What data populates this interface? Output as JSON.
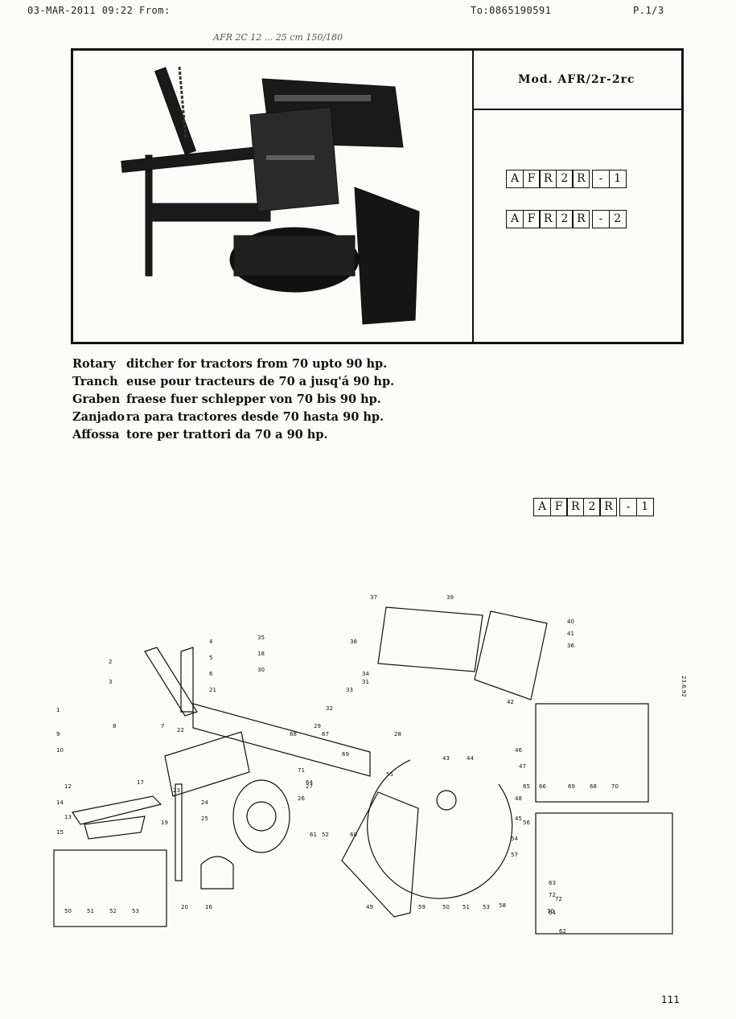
{
  "fax_header": {
    "left": "03-MAR-2011 09:22 From:",
    "middle": "To:0865190591",
    "right": "P.1/3"
  },
  "handwritten": "AFR 2C 12 ... 25 cm 150/180",
  "model": {
    "label": "Mod.  AFR/2r-2rc"
  },
  "codes": [
    [
      "A",
      "F",
      "R",
      "2",
      "R",
      "-",
      "1"
    ],
    [
      "A",
      "F",
      "R",
      "2",
      "R",
      "-",
      "2"
    ]
  ],
  "descriptions": [
    {
      "a": "Rotary",
      "b": "ditcher for tractors from 70 upto 90 hp."
    },
    {
      "a": "Tranch",
      "b": "euse pour tracteurs de 70 a jusq'á 90 hp."
    },
    {
      "a": "Graben",
      "b": "fraese fuer schlepper von 70 bis 90 hp."
    },
    {
      "a": "Zanjado",
      "b": "ra para tractores desde 70 hasta 90 hp."
    },
    {
      "a": "Affossa",
      "b": "tore per trattori da 70 a 90 hp."
    }
  ],
  "section_code": [
    "A",
    "F",
    "R",
    "2",
    "R",
    "-",
    "1"
  ],
  "diagram_labels": {
    "main": [
      "1",
      "2",
      "3",
      "4",
      "5",
      "6",
      "7",
      "8",
      "9",
      "10",
      "12",
      "13",
      "14",
      "15",
      "16",
      "17",
      "18",
      "19",
      "20",
      "21",
      "22",
      "23",
      "24",
      "25",
      "26",
      "27",
      "28",
      "29",
      "30",
      "31",
      "32",
      "33",
      "34",
      "35",
      "36",
      "37",
      "38",
      "39",
      "40",
      "41",
      "42",
      "43",
      "44",
      "45",
      "46",
      "47",
      "48",
      "49",
      "50",
      "51",
      "52",
      "53",
      "54",
      "55",
      "56",
      "57",
      "58",
      "59",
      "60",
      "61",
      "62",
      "63",
      "64",
      "65",
      "66",
      "67",
      "68",
      "69",
      "70",
      "71",
      "72"
    ],
    "inset_knives": [
      "50",
      "51",
      "52",
      "53"
    ],
    "inset_rotor": [
      "69",
      "68",
      "70"
    ],
    "inset_plate": [
      "63",
      "72",
      "64"
    ],
    "side_note": "23.6.92"
  },
  "page_number": "111"
}
